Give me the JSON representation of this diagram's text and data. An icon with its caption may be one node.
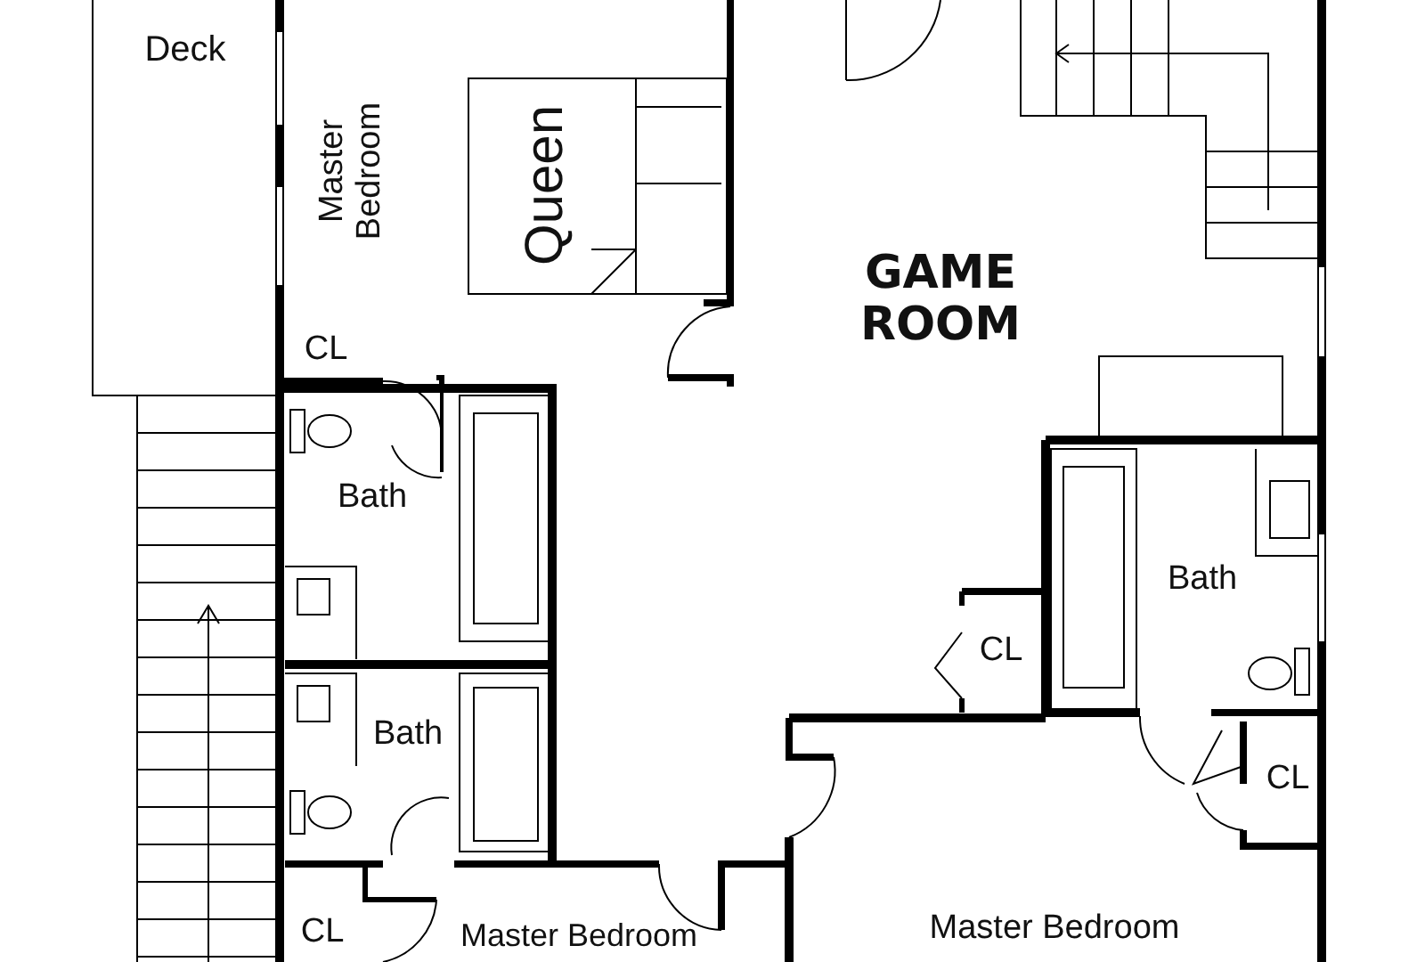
{
  "diagram": {
    "labels": [
      "Deck",
      "Master Bedroom",
      "Queen",
      "GAME ROOM",
      "CL",
      "Bath",
      "Bath",
      "CL",
      "Bath",
      "CL",
      "CL",
      "Master Bedroom",
      "Master Bedroom"
    ]
  }
}
